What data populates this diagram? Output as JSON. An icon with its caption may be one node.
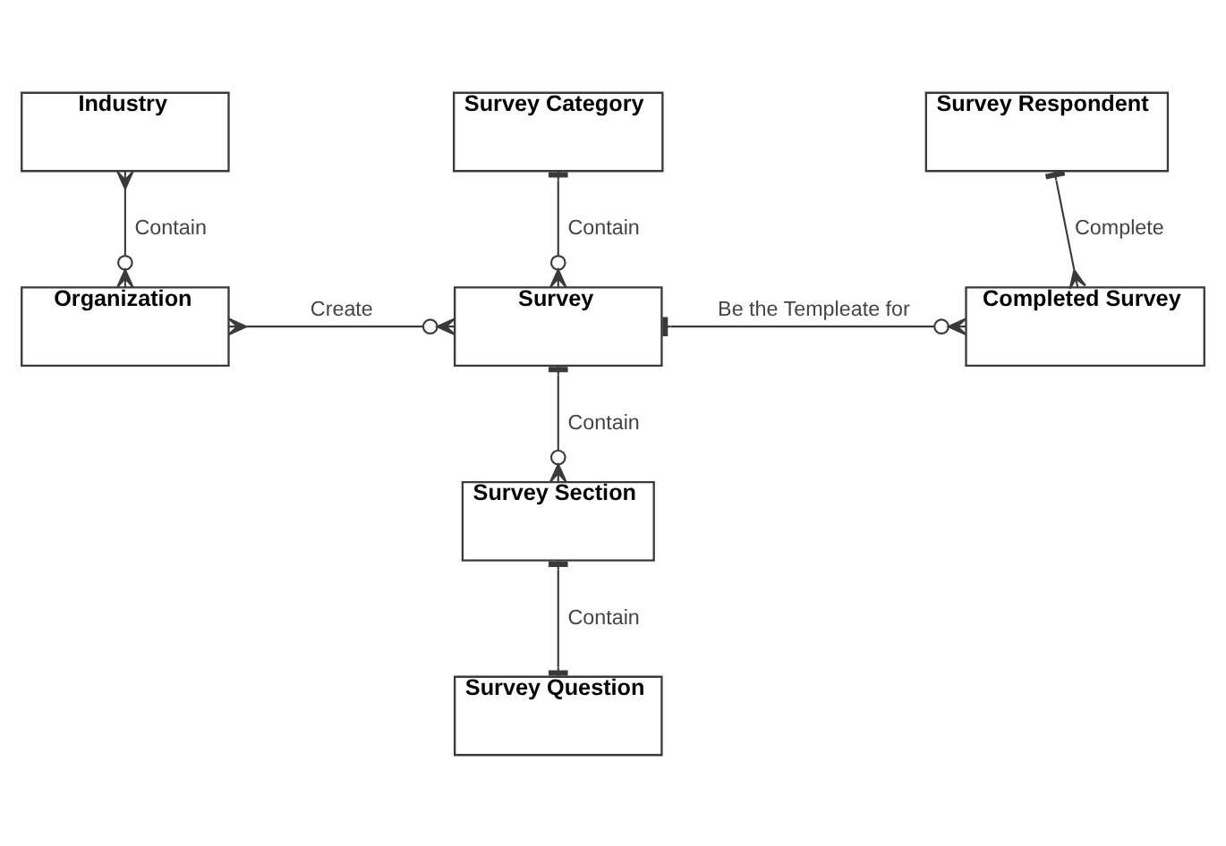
{
  "diagram": {
    "nodes": [
      {
        "text": [
          "Industry"
        ]
      },
      {
        "text": [
          "Survey Category"
        ]
      },
      {
        "text": [
          "Survey Respondent"
        ]
      },
      {
        "text": [
          "Organization"
        ]
      },
      {
        "text": [
          "Survey"
        ]
      },
      {
        "text": [
          "Completed Survey"
        ]
      },
      {
        "text": [
          "Survey Section"
        ]
      },
      {
        "text": [
          "Survey Question"
        ]
      }
    ],
    "edges": [
      {
        "from": 0,
        "to": 3,
        "arrow": "other",
        "label": "Contain"
      },
      {
        "from": 1,
        "to": 4,
        "arrow": "other",
        "label": "Contain"
      },
      {
        "from": 2,
        "to": 5,
        "arrow": "other",
        "label": "Complete"
      },
      {
        "from": 3,
        "to": 4,
        "arrow": "other",
        "label": "Create"
      },
      {
        "from": 4,
        "to": 5,
        "arrow": "other",
        "label": "Be the Templeate for"
      },
      {
        "from": 4,
        "to": 6,
        "arrow": "other",
        "label": "Contain"
      },
      {
        "from": 6,
        "to": 7,
        "arrow": "other",
        "label": "Contain"
      }
    ]
  }
}
